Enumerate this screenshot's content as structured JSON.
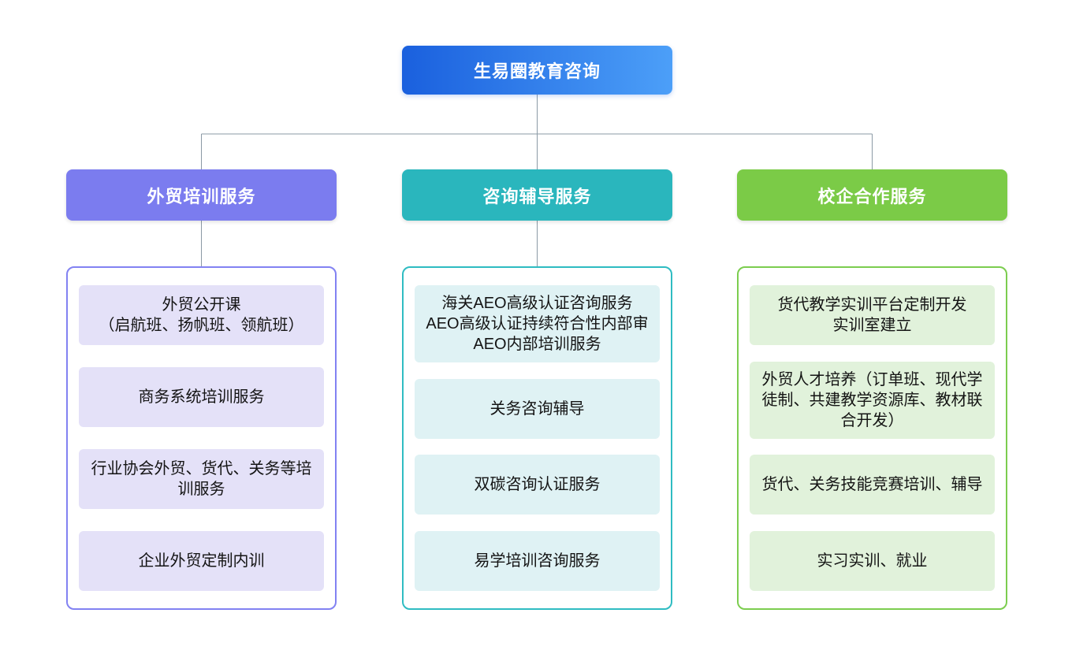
{
  "root": {
    "title": "生易圈教育咨询",
    "gradient_left": "#1a60de",
    "gradient_right": "#4c9ff8"
  },
  "connector_color": "#8b99a5",
  "branches": [
    {
      "title": "外贸培训服务",
      "accent": "#7b7cef",
      "border": "#8282f2",
      "item_bg": "#e4e1f8",
      "items": [
        "外贸公开课\n（启航班、扬帆班、领航班）",
        "商务系统培训服务",
        "行业协会外贸、货代、关务等培训服务",
        "企业外贸定制内训"
      ]
    },
    {
      "title": "咨询辅导服务",
      "accent": "#2ab6bd",
      "border": "#2fbcc2",
      "item_bg": "#dff2f4",
      "items": [
        "海关AEO高级认证咨询服务\nAEO高级认证持续符合性内部审\nAEO内部培训服务",
        "关务咨询辅导",
        "双碳咨询认证服务",
        "易学培训咨询服务"
      ]
    },
    {
      "title": "校企合作服务",
      "accent": "#7bcb47",
      "border": "#7ccd4f",
      "item_bg": "#e1f2db",
      "items": [
        "货代教学实训平台定制开发\n实训室建立",
        "外贸人才培养（订单班、现代学徒制、共建教学资源库、教材联合开发）",
        "货代、关务技能竞赛培训、辅导",
        "实习实训、就业"
      ]
    }
  ]
}
